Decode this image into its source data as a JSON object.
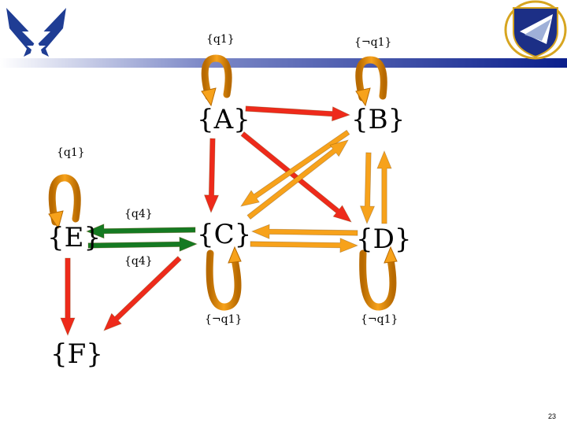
{
  "slide": {
    "page_number": "23"
  },
  "header": {
    "left_logo_icon": "air-force-wings-logo-icon",
    "right_logo_icon": "afrl-shield-seal-icon",
    "band_gradient": [
      "#ffffff",
      "#0b1f8c"
    ]
  },
  "nodes": {
    "A": "{A}",
    "B": "{B}",
    "C": "{C}",
    "D": "{D}",
    "E": "{E}",
    "F": "{F}"
  },
  "labels": {
    "A_self": "{q1}",
    "B_self": "{¬q1}",
    "E_self": "{q1}",
    "C_self": "{¬q1}",
    "D_self": "{¬q1}",
    "C_to_E": "{q4}",
    "E_to_C": "{q4}"
  },
  "colors": {
    "red": "#ee2a1b",
    "orange": "#f7a21b",
    "green": "#157a22",
    "loop": "#e39415"
  }
}
